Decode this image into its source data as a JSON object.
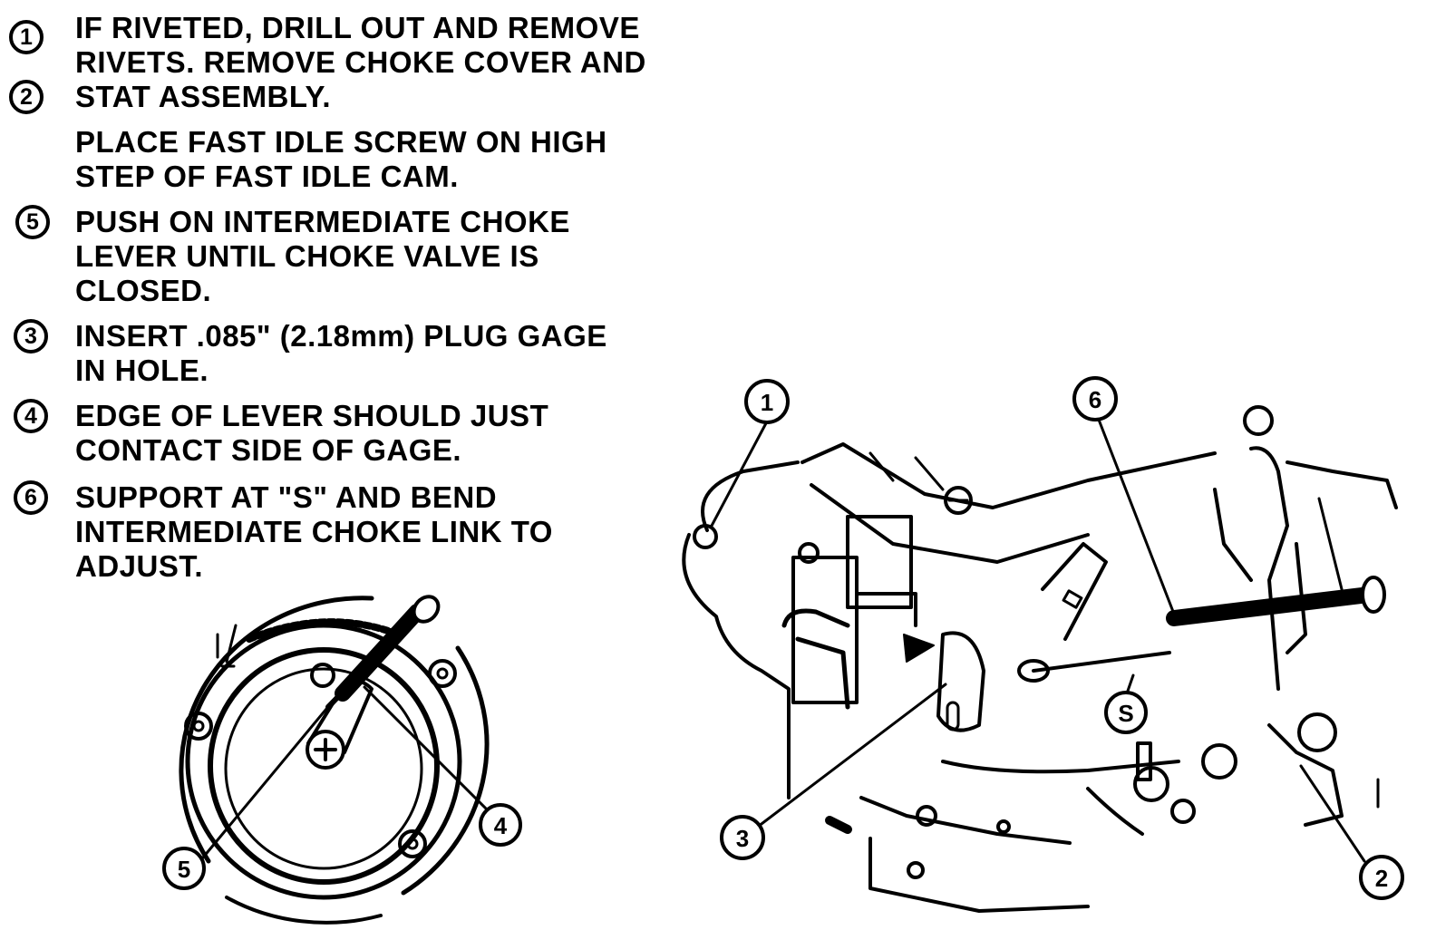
{
  "steps": [
    {
      "number": "1",
      "text": "IF RIVETED, DRILL OUT AND REMOVE\nRIVETS. REMOVE CHOKE COVER AND"
    },
    {
      "number": "2",
      "text": "STAT ASSEMBLY."
    },
    {
      "number": "",
      "text": "PLACE FAST IDLE SCREW ON HIGH\nSTEP OF FAST IDLE CAM."
    },
    {
      "number": "5",
      "text": "PUSH ON INTERMEDIATE CHOKE\nLEVER UNTIL CHOKE VALVE IS\nCLOSED."
    },
    {
      "number": "3",
      "text": "INSERT .085\" (2.18mm) PLUG GAGE\nIN HOLE."
    },
    {
      "number": "4",
      "text": "EDGE OF LEVER SHOULD JUST\nCONTACT SIDE OF GAGE."
    },
    {
      "number": "6",
      "text": "SUPPORT AT \"S\" AND BEND\nINTERMEDIATE CHOKE LINK TO\nADJUST."
    }
  ],
  "choke_housing_callouts": [
    "5",
    "4"
  ],
  "carburetor_callouts": [
    "1",
    "6",
    "3",
    "2"
  ],
  "support_label": "S"
}
